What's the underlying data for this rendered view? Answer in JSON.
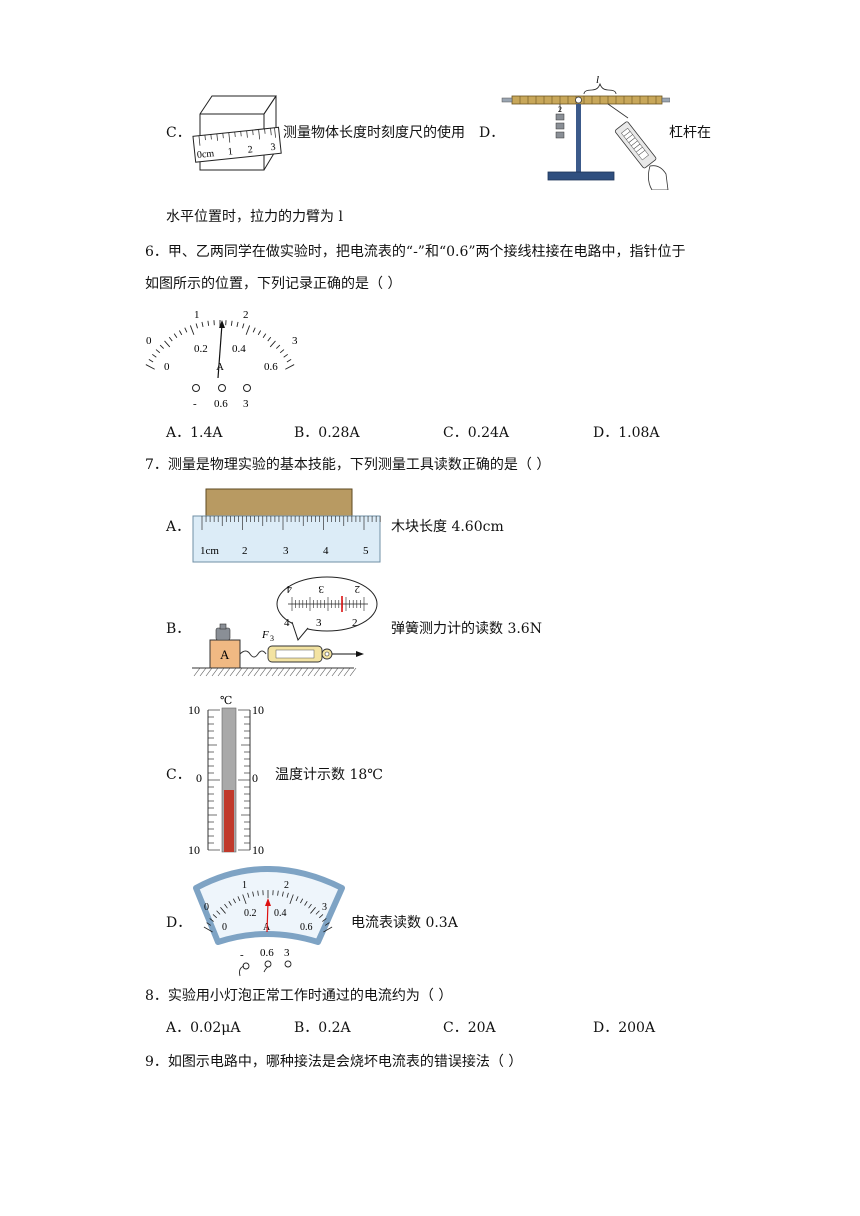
{
  "q5": {
    "c_label": "C．",
    "c_text": "测量物体长度时刻度尺的使用",
    "d_label": "D．",
    "d_text": "杠杆在",
    "d_text_cont": "水平位置时，拉力的力臂为 l",
    "c_ruler_ticks": [
      "0cm",
      "1",
      "2",
      "3"
    ],
    "d_lever_label": "l",
    "d_weight_label": "2"
  },
  "q6": {
    "stem_line1": "6．甲、乙两同学在做实验时，把电流表的“-”和“0.6”两个接线柱接在电路中，指针位于",
    "stem_line2": "如图所示的位置，下列记录正确的是（    ）",
    "meter": {
      "top_scale": [
        "0",
        "1",
        "2",
        "3"
      ],
      "bottom_scale": [
        "0",
        "0.2",
        "0.4",
        "0.6"
      ],
      "unit": "A",
      "terminals": [
        "-",
        "0.6",
        "3"
      ]
    },
    "options": [
      "A．1.4A",
      "B．0.28A",
      "C．0.24A",
      "D．1.08A"
    ]
  },
  "q7": {
    "stem": "7．测量是物理实验的基本技能，下列测量工具读数正确的是（        ）",
    "a_label": "A．",
    "a_text": "木块长度 4.60cm",
    "a_ruler_ticks": [
      "1cm",
      "2",
      "3",
      "4",
      "5"
    ],
    "b_label": "B．",
    "b_text": "弹簧测力计的读数 3.6N",
    "b_block": "A",
    "b_force": "F",
    "b_force_sub": "3",
    "b_scale_top": [
      "4",
      "3",
      "2"
    ],
    "b_scale_bottom": [
      "4",
      "3",
      "2"
    ],
    "c_label": "C．",
    "c_text": "温度计示数 18℃",
    "c_unit": "℃",
    "c_marks": [
      "10",
      "0",
      "10"
    ],
    "d_label": "D．",
    "d_text": "电流表读数 0.3A",
    "d_meter": {
      "top_scale": [
        "0",
        "1",
        "2",
        "3"
      ],
      "bottom_scale": [
        "0",
        "0.2",
        "0.4",
        "0.6"
      ],
      "unit": "A",
      "terminals": [
        "-",
        "0.6",
        "3"
      ]
    }
  },
  "q8": {
    "stem": "8．实验用小灯泡正常工作时通过的电流约为（        ）",
    "options": [
      "A．0.02μA",
      "B．0.2A",
      "C．20A",
      "D．200A"
    ]
  },
  "q9": {
    "stem": "9．如图示电路中，哪种接法是会烧坏电流表的错误接法（    ）"
  }
}
